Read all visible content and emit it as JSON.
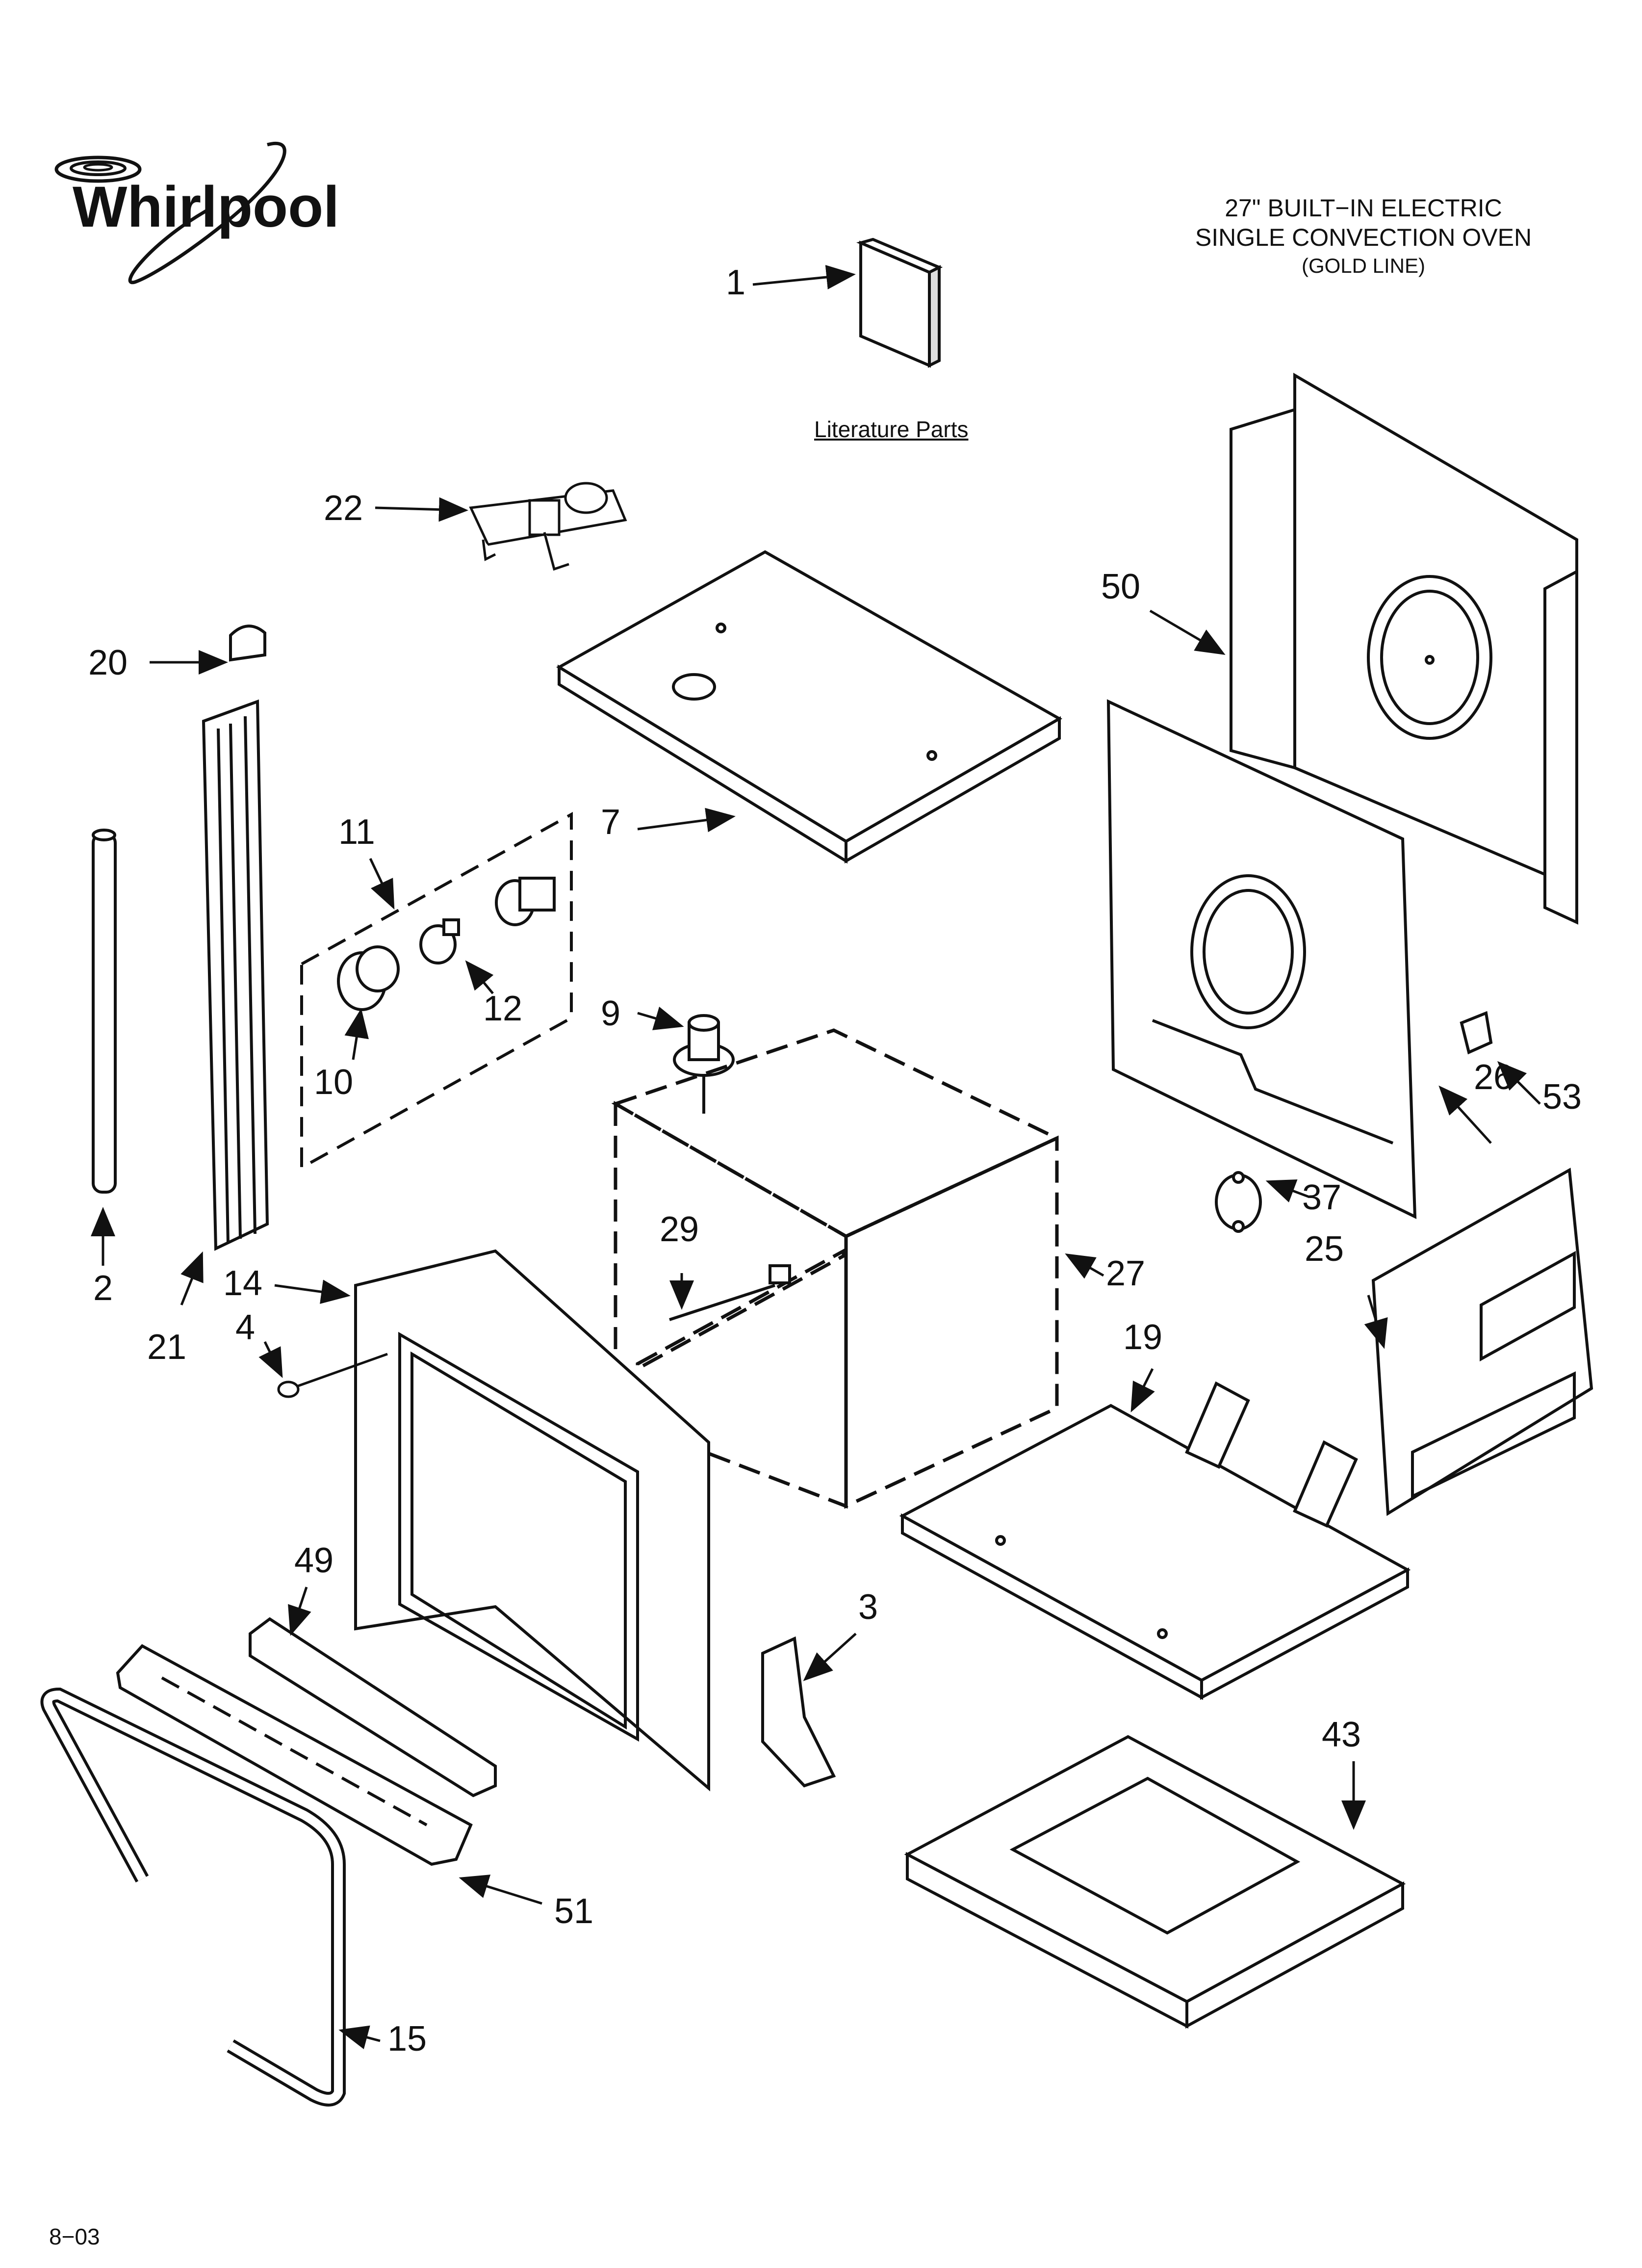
{
  "header": {
    "brand": "Whirlpool",
    "title_line1": "27\" BUILT−IN ELECTRIC",
    "title_line2": "SINGLE CONVECTION OVEN",
    "title_line3": "(GOLD LINE)"
  },
  "literature_label": "Literature Parts",
  "footer": {
    "date_code": "8−03"
  },
  "callouts": {
    "c1": "1",
    "c2": "2",
    "c3": "3",
    "c4": "4",
    "c7": "7",
    "c9": "9",
    "c10": "10",
    "c11": "11",
    "c12": "12",
    "c14": "14",
    "c15": "15",
    "c19": "19",
    "c20": "20",
    "c21": "21",
    "c22": "22",
    "c25": "25",
    "c26": "26",
    "c27": "27",
    "c29": "29",
    "c37": "37",
    "c43": "43",
    "c49": "49",
    "c50": "50",
    "c51": "51",
    "c53": "53"
  }
}
